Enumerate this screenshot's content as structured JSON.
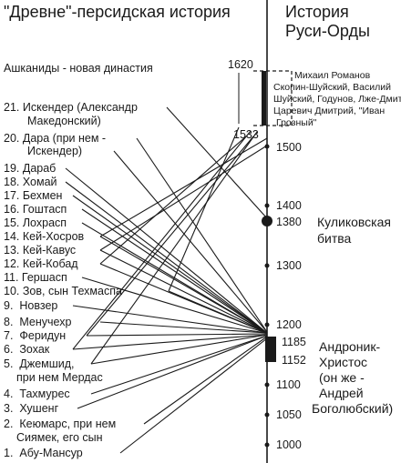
{
  "header": {
    "left_title": "\"Древне\"-персидская история",
    "right_title_line1": "История",
    "right_title_line2": "Руси-Орды"
  },
  "left": {
    "subtitle": "Ашканиды - новая династия",
    "items": [
      "21. Искендер (Александр",
      "Македонский)",
      "20. Дара (при нем -",
      "Искендер)",
      "19. Дараб",
      "18. Хомай",
      "17. Бехмен",
      "16. Гоштасп",
      "15. Лохрасп",
      "14. Кей-Хосров",
      "13. Кей-Кавус",
      "12. Кей-Кобад",
      "11. Гершасп",
      "10. Зов, сын Техмаспа",
      "9.  Новзер",
      "8.  Менучехр",
      "7.  Феридун",
      "6.  Зохак",
      "5.  Джемшид,",
      "при нем Мердас",
      "4.  Тахмурес",
      "3.  Хушенг",
      "2.  Кеюмарс, при нем",
      "Сиямек, его сын",
      "1.  Абу-Мансур"
    ]
  },
  "axis": {
    "ticks": [
      "1620",
      "1533",
      "1500",
      "1400",
      "1380",
      "1300",
      "1200",
      "1185",
      "1152",
      "1100",
      "1050",
      "1000"
    ]
  },
  "right": {
    "box_lines": [
      "Михаил Романов",
      "Скопин-Шуйский, Василий",
      "Шуйский, Годунов, Лже-Дмитрий",
      "Царевич Дмитрий, \"Иван",
      "Грозный\""
    ],
    "kulikovo_line1": "Куликовская",
    "kulikovo_line2": "битва",
    "andronik_lines": [
      "Андроник-",
      "Христос",
      "(он же -",
      "Андрей",
      "Боголюбский)"
    ]
  },
  "colors": {
    "ink": "#1a1a1a",
    "background": "#ffffff"
  }
}
